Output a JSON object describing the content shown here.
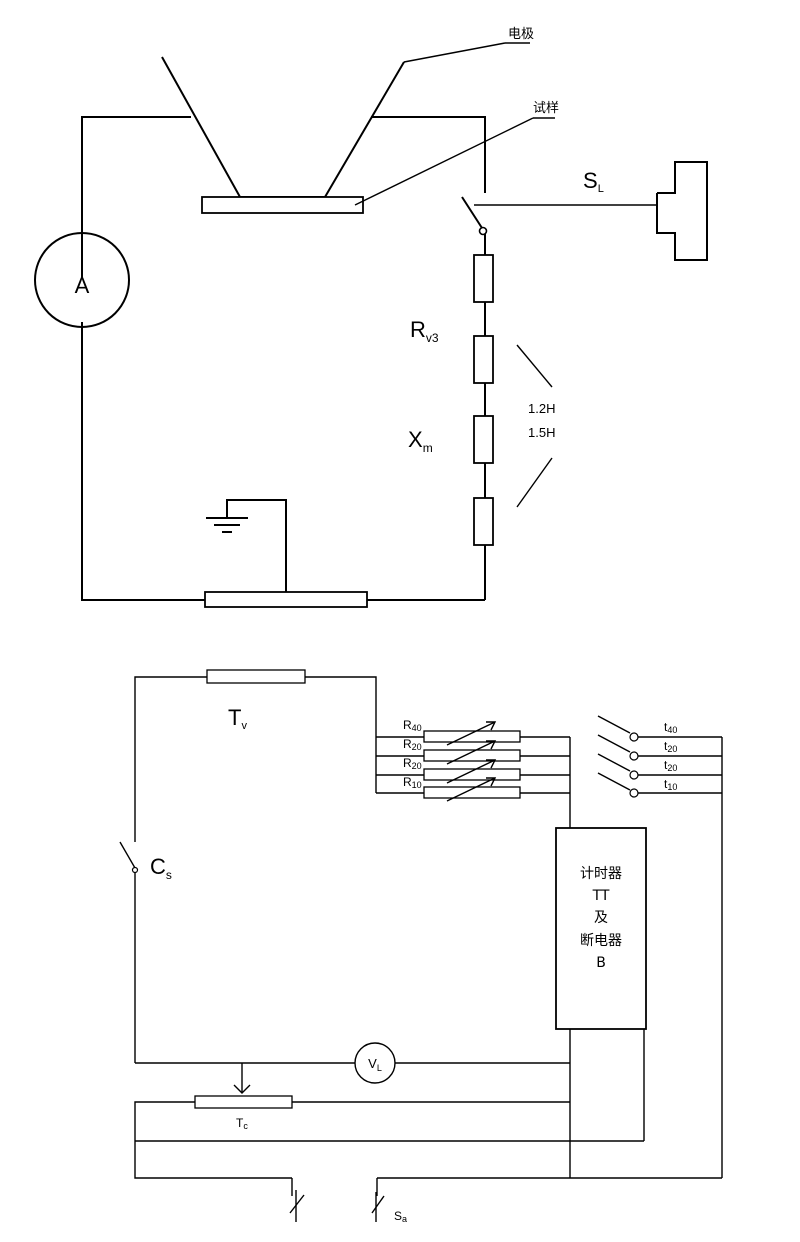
{
  "top": {
    "electrode_label": "电极",
    "specimen_label": "试样",
    "ammeter_label": "A",
    "switch_label": "SL",
    "resistor_label": "Rv3",
    "inductor_label": "Xm",
    "inductance_values": [
      "1.2H",
      "1.5H"
    ]
  },
  "bottom": {
    "transformer_label": "Tv",
    "rheostat_labels": [
      "R40",
      "R20",
      "R20",
      "R10"
    ],
    "contact_labels": [
      "t40",
      "t20",
      "t20",
      "t10"
    ],
    "switch_cs_label": "Cs",
    "timer_box_lines": [
      "计时器",
      "TT",
      "及",
      "断电器",
      "B"
    ],
    "voltmeter_label": "VL",
    "tc_label": "Tc",
    "switch_s_label": "Sa"
  }
}
